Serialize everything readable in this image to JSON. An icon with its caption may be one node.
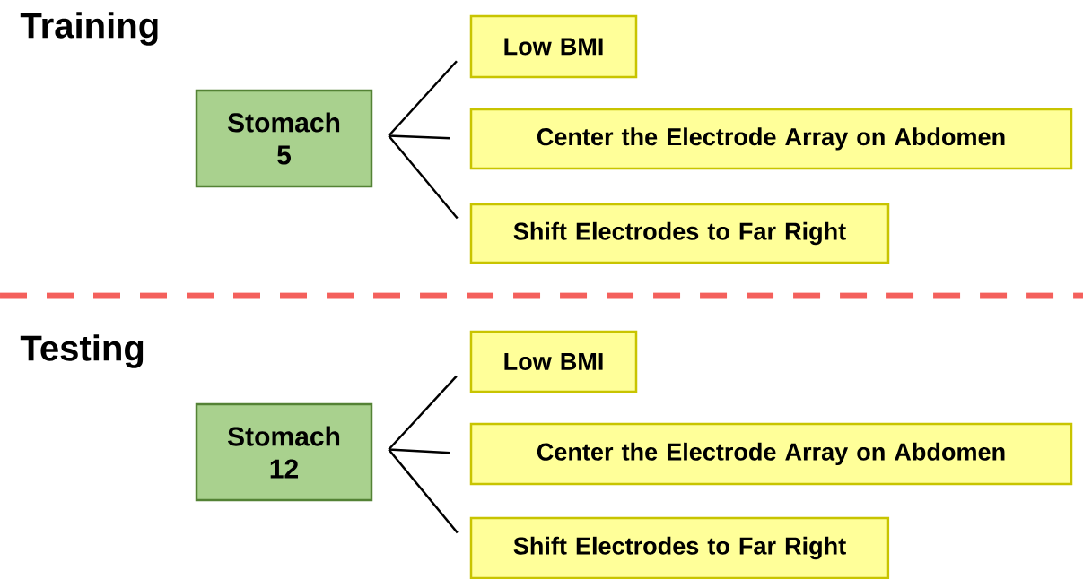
{
  "diagram": {
    "nodes": [
      {
        "text": [
          "Stomach 5"
        ]
      },
      {
        "text": [
          "Low BMI"
        ]
      },
      {
        "text": [
          "Center the Electrode Array on Abdomen"
        ]
      },
      {
        "text": [
          "Shift Electrodes to Far Right"
        ]
      },
      {
        "text": [
          "Stomach 12"
        ]
      },
      {
        "text": [
          "Low BMI"
        ]
      },
      {
        "text": [
          "Center the Electrode Array on Abdomen"
        ]
      },
      {
        "text": [
          "Shift Electrodes to Far Right"
        ]
      }
    ],
    "edges": [
      {
        "from": 0,
        "to": 1,
        "arrow": "none"
      },
      {
        "from": 0,
        "to": 2,
        "arrow": "none"
      },
      {
        "from": 0,
        "to": 3,
        "arrow": "none"
      },
      {
        "from": 4,
        "to": 5,
        "arrow": "none"
      },
      {
        "from": 4,
        "to": 6,
        "arrow": "none"
      },
      {
        "from": 4,
        "to": 7,
        "arrow": "none"
      }
    ],
    "labels": [
      "Training",
      "Testing"
    ]
  }
}
